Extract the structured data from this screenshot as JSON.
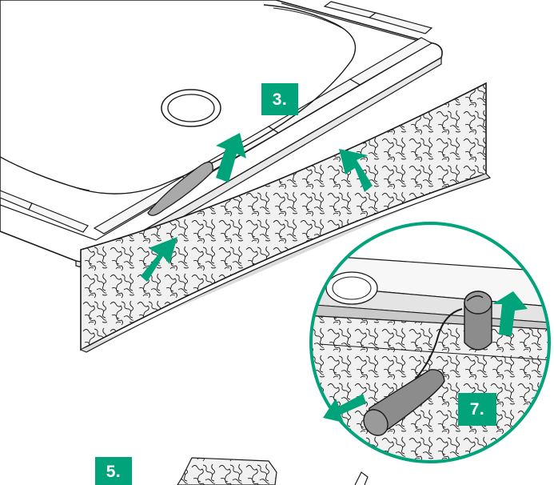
{
  "steps": {
    "step_3": "3.",
    "step_5": "5.",
    "step_7": "7."
  },
  "colors": {
    "accent": "#00a37a",
    "tub_fill": "#ffffff",
    "panel_fill": "#ececec",
    "outline": "#1a1a1a",
    "bond_strip": "#a9a9a9",
    "roller": "#8c8c8c",
    "step_label_bg": "#00a37a"
  },
  "icons": [
    "bathtub-drain-icon",
    "adhesive-strip-icon",
    "press-arrow-icon",
    "seam-roller-icon",
    "magnifier-circle-icon"
  ]
}
